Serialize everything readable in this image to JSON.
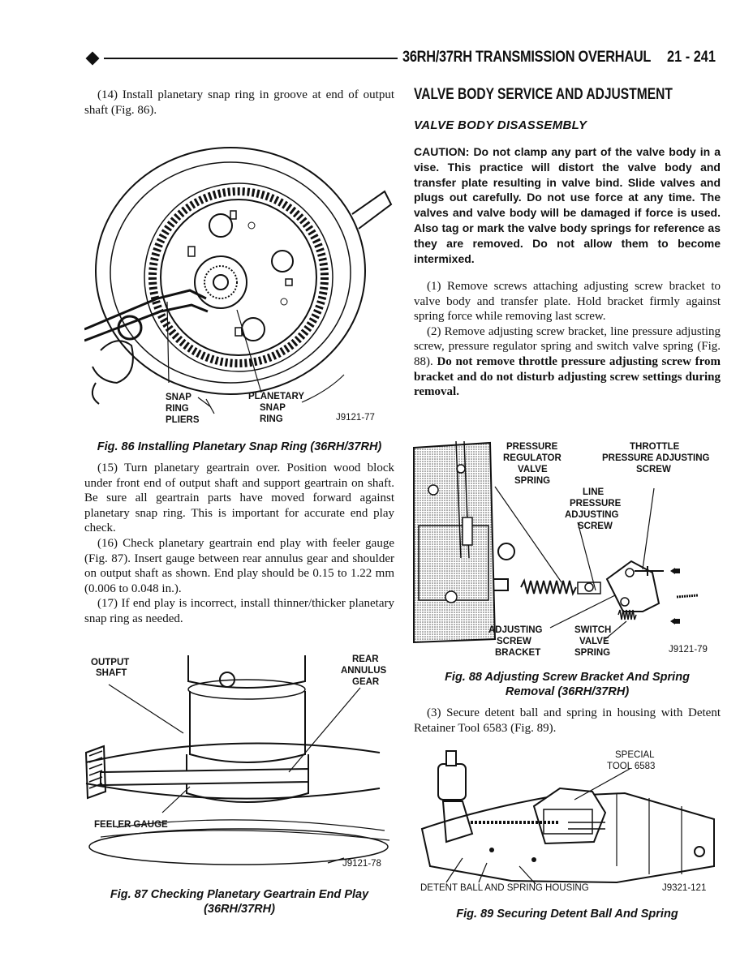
{
  "header": {
    "title": "36RH/37RH TRANSMISSION OVERHAUL",
    "page": "21 - 241"
  },
  "left": {
    "step14": "(14) Install planetary snap ring in groove at end of output shaft (Fig. 86).",
    "fig86": {
      "labels": {
        "snap_ring_pliers_1": "SNAP",
        "snap_ring_pliers_2": "RING",
        "snap_ring_pliers_3": "PLIERS",
        "planetary_snap_ring_1": "PLANETARY",
        "planetary_snap_ring_2": "SNAP",
        "planetary_snap_ring_3": "RING",
        "code": "J9121-77"
      },
      "caption": "Fig. 86 Installing Planetary Snap Ring (36RH/37RH)"
    },
    "step15": "(15) Turn planetary geartrain over. Position wood block under front end of output shaft and support geartrain on shaft. Be sure all geartrain parts have moved forward against planetary snap ring. This is important for accurate end play check.",
    "step16": "(16) Check planetary geartrain end play with feeler gauge (Fig. 87). Insert gauge between rear annulus gear and shoulder on output shaft as shown. End play should be 0.15 to 1.22 mm (0.006 to 0.048 in.).",
    "step17": "(17) If end play is incorrect, install thinner/thicker planetary snap ring as needed.",
    "fig87": {
      "labels": {
        "output_shaft_1": "OUTPUT",
        "output_shaft_2": "SHAFT",
        "rear_annulus_1": "REAR",
        "rear_annulus_2": "ANNULUS",
        "rear_annulus_3": "GEAR",
        "feeler_gauge": "FEELER GAUGE",
        "code": "J9121-78"
      },
      "caption_1": "Fig. 87 Checking Planetary Geartrain End Play",
      "caption_2": "(36RH/37RH)"
    }
  },
  "right": {
    "section_title": "VALVE BODY SERVICE AND ADJUSTMENT",
    "subsection_title": "VALVE BODY DISASSEMBLY",
    "caution": "CAUTION: Do not clamp any part of the valve body in a vise. This practice will distort the valve body and transfer plate resulting in valve bind. Slide valves and plugs out carefully. Do not use force at any time. The valves and valve body will be damaged if force is used. Also tag or mark the valve body springs for reference as they are removed. Do not allow them to become intermixed.",
    "step1": "(1) Remove screws attaching adjusting screw bracket to valve body and transfer plate. Hold bracket firmly against spring force while removing last screw.",
    "step2_normal": "(2) Remove adjusting screw bracket, line pressure adjusting screw, pressure regulator spring and switch valve spring (Fig. 88).",
    "step2_bold": "Do not remove throttle pressure adjusting screw from bracket and do not disturb adjusting screw settings during removal.",
    "fig88": {
      "labels": {
        "prv_spring_1": "PRESSURE",
        "prv_spring_2": "REGULATOR",
        "prv_spring_3": "VALVE",
        "prv_spring_4": "SPRING",
        "throttle_1": "THROTTLE",
        "throttle_2": "PRESSURE ADJUSTING",
        "throttle_3": "SCREW",
        "line_1": "LINE",
        "line_2": "PRESSURE",
        "line_3": "ADJUSTING",
        "line_4": "SCREW",
        "bracket_1": "ADJUSTING",
        "bracket_2": "SCREW",
        "bracket_3": "BRACKET",
        "switch_1": "SWITCH",
        "switch_2": "VALVE",
        "switch_3": "SPRING",
        "code": "J9121-79"
      },
      "caption_1": "Fig. 88 Adjusting Screw Bracket And Spring",
      "caption_2": "Removal (36RH/37RH)"
    },
    "step3": "(3) Secure detent ball and spring in housing with Detent Retainer Tool 6583 (Fig. 89).",
    "fig89": {
      "labels": {
        "tool_1": "SPECIAL",
        "tool_2": "TOOL 6583",
        "housing": "DETENT BALL AND SPRING HOUSING",
        "code": "J9321-121"
      },
      "caption": "Fig. 89 Securing Detent Ball And Spring"
    }
  }
}
